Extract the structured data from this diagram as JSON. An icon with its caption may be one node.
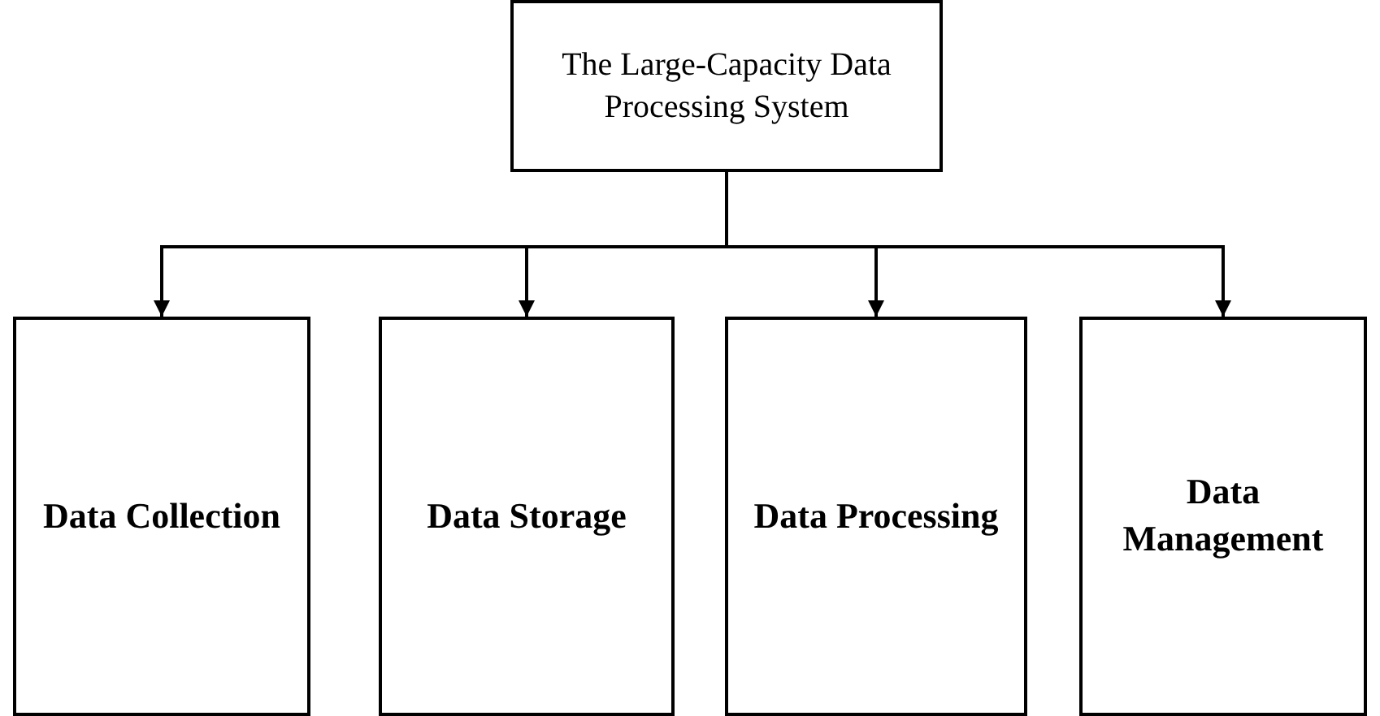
{
  "diagram": {
    "nodes": [
      {
        "text": [
          "The Large-Capacity Data Processing System"
        ]
      },
      {
        "text": [
          "Data Collection"
        ]
      },
      {
        "text": [
          "Data Storage"
        ]
      },
      {
        "text": [
          "Data Processing"
        ]
      },
      {
        "text": [
          "Data Management"
        ]
      }
    ],
    "edges": [
      {
        "from": 0,
        "to": 1,
        "arrow": "to"
      },
      {
        "from": 0,
        "to": 2,
        "arrow": "to"
      },
      {
        "from": 0,
        "to": 3,
        "arrow": "to"
      },
      {
        "from": 0,
        "to": 4,
        "arrow": "to"
      }
    ]
  }
}
